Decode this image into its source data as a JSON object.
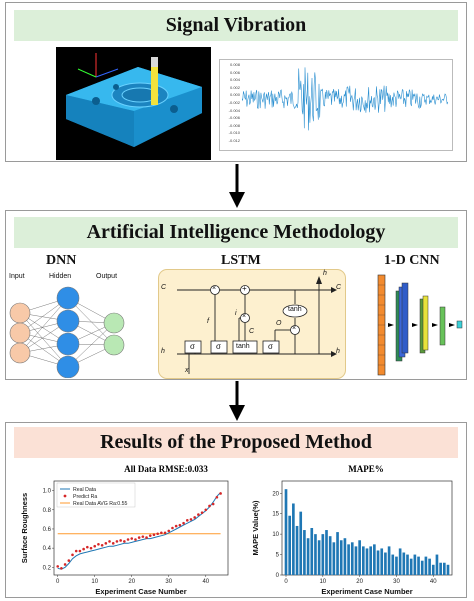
{
  "panel1": {
    "title": "Signal Vibration",
    "signal": {
      "yticks": [
        "0.008",
        "0.006",
        "0.004",
        "0.002",
        "0.000",
        "-0.002",
        "-0.004",
        "-0.006",
        "-0.008",
        "-0.010",
        "-0.012"
      ]
    }
  },
  "panel2": {
    "title": "Artificial Intelligence Methodology",
    "dnn": {
      "title": "DNN",
      "input": "Input",
      "hidden": "Hidden",
      "output": "Output"
    },
    "lstm": {
      "title": "LSTM",
      "c_prev": "C",
      "c_next": "C",
      "h_prev": "h",
      "h_next": "h",
      "h_top": "h",
      "x": "x",
      "sigma": "σ",
      "tanh": "tanh",
      "mult": "×",
      "plus": "+",
      "f": "f",
      "i": "i",
      "o": "O",
      "c_tilde": "C",
      "tanh_top": "tanh"
    },
    "cnn": {
      "title": "1-D CNN"
    },
    "colors": {
      "title_bg": "#dcefd9",
      "lstm_bg": "#fdf0cf"
    }
  },
  "panel3": {
    "title": "Results of the Proposed Method",
    "colors": {
      "title_bg": "#fbe1d6"
    }
  },
  "chart_data": [
    {
      "type": "line",
      "title": "All Data RMSE:0.033",
      "xlabel": "Experiment Case Number",
      "ylabel": "Surface Roughness",
      "xticks": [
        0,
        10,
        20,
        30,
        40
      ],
      "yticks": [
        0.2,
        0.4,
        0.6,
        0.8,
        1.0
      ],
      "xlim": [
        -1,
        46
      ],
      "ylim": [
        0.12,
        1.1
      ],
      "legend": [
        "Real Data",
        "Predict Ra",
        "Real Data AVG Ra:0.55"
      ],
      "legend_position": "top-left",
      "series": [
        {
          "name": "Real Data",
          "values": [
            0.19,
            0.18,
            0.2,
            0.24,
            0.29,
            0.32,
            0.34,
            0.35,
            0.36,
            0.37,
            0.38,
            0.39,
            0.4,
            0.41,
            0.42,
            0.42,
            0.43,
            0.44,
            0.45,
            0.45,
            0.46,
            0.47,
            0.48,
            0.49,
            0.5,
            0.5,
            0.51,
            0.52,
            0.53,
            0.54,
            0.56,
            0.58,
            0.6,
            0.62,
            0.64,
            0.66,
            0.68,
            0.7,
            0.73,
            0.76,
            0.79,
            0.83,
            0.88,
            0.94,
            0.98
          ]
        },
        {
          "name": "Predict Ra",
          "values": [
            0.21,
            0.19,
            0.23,
            0.27,
            0.33,
            0.37,
            0.37,
            0.39,
            0.41,
            0.4,
            0.42,
            0.44,
            0.43,
            0.45,
            0.47,
            0.45,
            0.47,
            0.48,
            0.47,
            0.49,
            0.5,
            0.49,
            0.51,
            0.52,
            0.51,
            0.53,
            0.54,
            0.55,
            0.56,
            0.56,
            0.58,
            0.61,
            0.63,
            0.64,
            0.66,
            0.69,
            0.7,
            0.72,
            0.75,
            0.77,
            0.8,
            0.84,
            0.86,
            0.93,
            0.97
          ]
        },
        {
          "name": "Real Data AVG Ra:0.55",
          "values": [
            0.55
          ]
        }
      ],
      "colors": {
        "Real Data": "#1f77b4",
        "Predict Ra": "#d62728",
        "Real Data AVG Ra:0.55": "#ff9a2e"
      }
    },
    {
      "type": "bar",
      "title": "MAPE%",
      "xlabel": "Experiment Case Number",
      "ylabel": "MAPE Value(%)",
      "xticks": [
        0,
        10,
        20,
        30,
        40
      ],
      "yticks": [
        0,
        5,
        10,
        15,
        20
      ],
      "ylim": [
        0,
        23
      ],
      "x": [
        0,
        1,
        2,
        3,
        4,
        5,
        6,
        7,
        8,
        9,
        10,
        11,
        12,
        13,
        14,
        15,
        16,
        17,
        18,
        19,
        20,
        21,
        22,
        23,
        24,
        25,
        26,
        27,
        28,
        29,
        30,
        31,
        32,
        33,
        34,
        35,
        36,
        37,
        38,
        39,
        40,
        41,
        42,
        43,
        44
      ],
      "values": [
        21.0,
        14.5,
        17.5,
        12.0,
        15.5,
        11.0,
        9.0,
        11.5,
        10.0,
        8.5,
        10.0,
        11.0,
        9.5,
        8.0,
        10.5,
        8.5,
        9.0,
        7.5,
        8.0,
        7.0,
        8.5,
        7.0,
        6.5,
        7.0,
        7.5,
        6.0,
        6.5,
        5.5,
        7.0,
        5.0,
        4.5,
        6.5,
        5.5,
        5.0,
        4.0,
        5.0,
        4.5,
        3.5,
        4.5,
        4.0,
        2.5,
        5.0,
        3.0,
        3.0,
        2.5
      ],
      "color": "#1f77b4"
    }
  ]
}
